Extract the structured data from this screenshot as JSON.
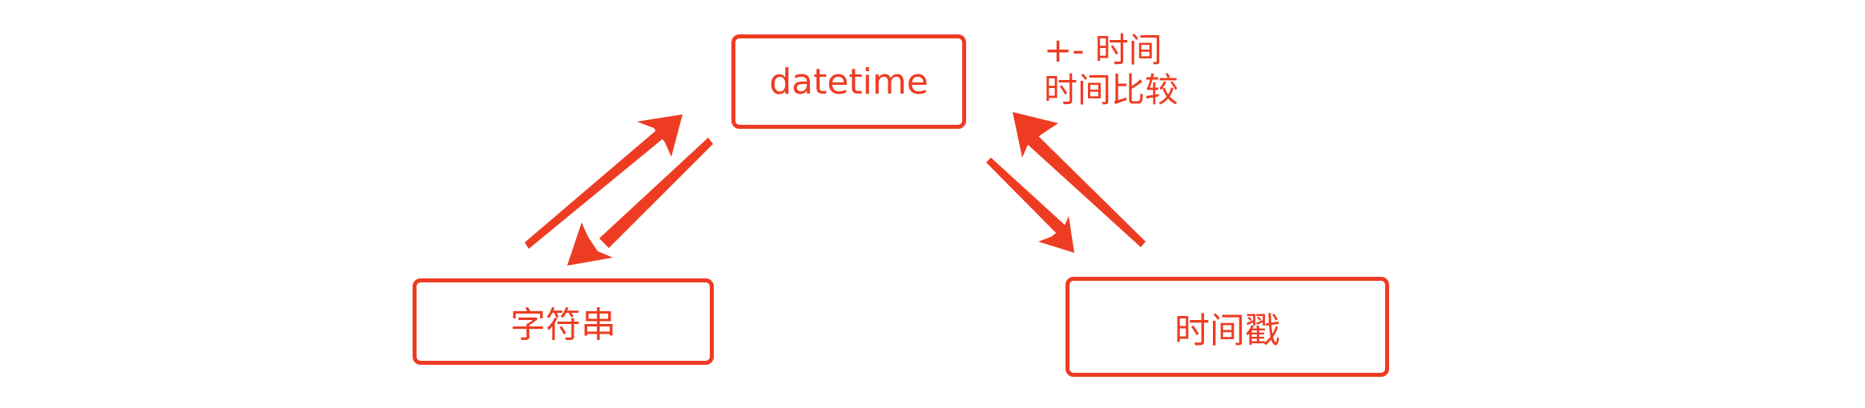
{
  "diagram": {
    "nodes": {
      "datetime": {
        "label": "datetime"
      },
      "string": {
        "label": "字符串"
      },
      "timestamp": {
        "label": "时间戳"
      }
    },
    "annotations": {
      "line1": "+- 时间",
      "line2": "时间比较"
    },
    "edges": [
      {
        "from": "string",
        "to": "datetime"
      },
      {
        "from": "datetime",
        "to": "string"
      },
      {
        "from": "datetime",
        "to": "timestamp"
      },
      {
        "from": "timestamp",
        "to": "datetime"
      }
    ],
    "color": "#ee3c22"
  }
}
